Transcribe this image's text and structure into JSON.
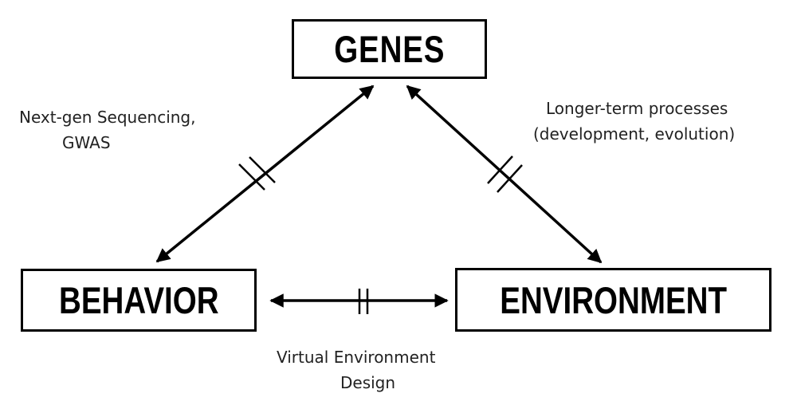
{
  "nodes": {
    "genes": "GENES",
    "behavior": "BEHAVIOR",
    "environment": "ENVIRONMENT"
  },
  "edge_labels": {
    "genes_behavior": [
      "Next-gen Sequencing,",
      "GWAS"
    ],
    "genes_environment": [
      "Longer-term processes",
      "(development, evolution)"
    ],
    "behavior_environment": [
      "Virtual Environment",
      "Design"
    ]
  },
  "edges": [
    {
      "from": "behavior",
      "to": "genes",
      "arrows": "both",
      "break_mark": true
    },
    {
      "from": "genes",
      "to": "environment",
      "arrows": "both",
      "break_mark": true
    },
    {
      "from": "behavior",
      "to": "environment",
      "arrows": "both",
      "break_mark": true
    }
  ],
  "colors": {
    "line": "#000000",
    "text": "#222222",
    "background": "#ffffff"
  }
}
